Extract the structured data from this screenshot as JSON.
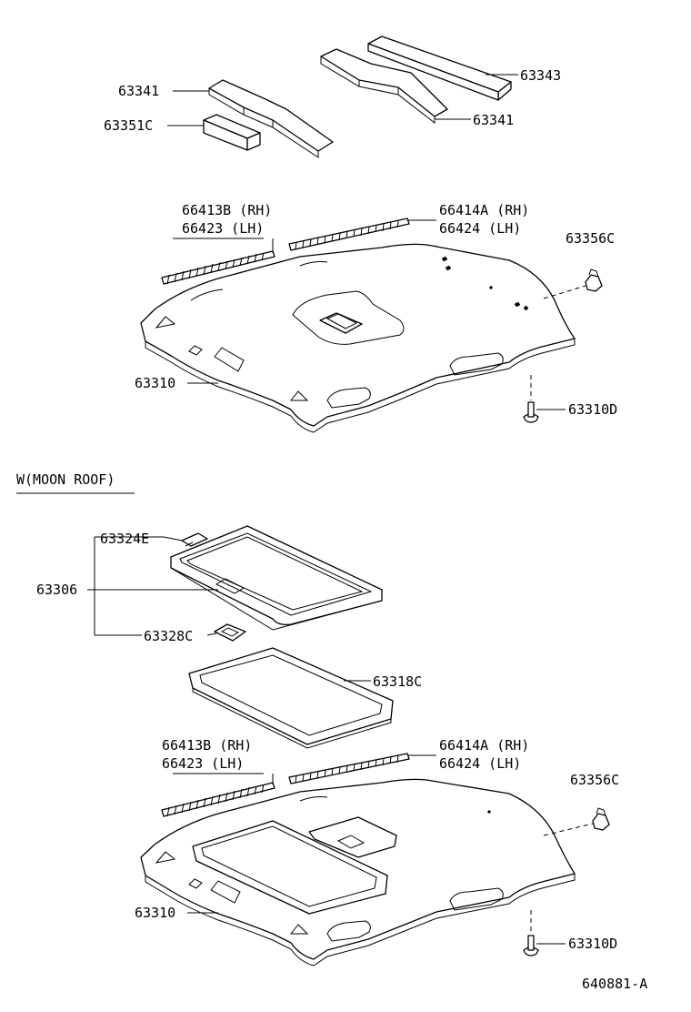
{
  "diagram": {
    "catalog_code": "640881-A",
    "section_title": "W(MOON ROOF)",
    "upper": {
      "labels": {
        "p63341_left": "63341",
        "p63351c": "63351C",
        "p63343": "63343",
        "p63341_right": "63341",
        "p66413b": "66413B (RH)",
        "p66423": "66423  (LH)",
        "p66414a": "66414A (RH)",
        "p66424": "66424  (LH)",
        "p63356c": "63356C",
        "p63310": "63310",
        "p63310d": "63310D"
      }
    },
    "lower": {
      "labels": {
        "p63324e": "63324E",
        "p63306": "63306",
        "p63328c": "63328C",
        "p63318c": "63318C",
        "p66413b": "66413B (RH)",
        "p66423": "66423  (LH)",
        "p66414a": "66414A (RH)",
        "p66424": "66424  (LH)",
        "p63356c": "63356C",
        "p63310": "63310",
        "p63310d": "63310D"
      }
    }
  }
}
